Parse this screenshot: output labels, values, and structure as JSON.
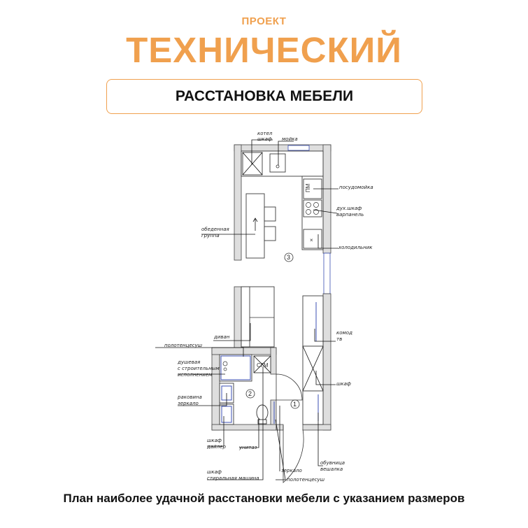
{
  "header": {
    "overline": "ПРОЕКТ",
    "title": "ТЕХНИЧЕСКИЙ",
    "banner": "РАССТАНОВКА МЕБЕЛИ"
  },
  "plan": {
    "rooms": {
      "r1": "1",
      "r2": "2",
      "r3": "3"
    },
    "tags": {
      "pm": "ПМ",
      "sgm": "СГМ"
    },
    "labels": {
      "kotel_1": "котел",
      "kotel_2": "шкаф",
      "moyka": "мойка",
      "posudomoyka": "посудомойка",
      "dukh_1": "дух.шкаф",
      "dukh_2": "варпанель",
      "obed_1": "обеденная",
      "obed_2": "группа",
      "holod": "холодильник",
      "komod_1": "комод",
      "komod_2": "тв",
      "divan": "диван",
      "polot_top": "полотенцесуш",
      "dush_1": "душевая",
      "dush_2": "с строительным",
      "dush_3": "исполнением",
      "rak_1": "раковина",
      "rak_2": "зеркало",
      "shkaf_right": "шкаф",
      "shkaf_fen_1": "шкаф",
      "shkaf_fen_2": "дайлер",
      "unitaz": "унитаз",
      "obuv_1": "обувница",
      "obuv_2": "вешалка",
      "zerk": "зеркало",
      "polot_bot": "полотенцесуш",
      "stir_1": "шкаф",
      "stir_2": "стиральная машина"
    }
  },
  "caption": "План наиболее удачной расстановки мебели с указанием размеров"
}
